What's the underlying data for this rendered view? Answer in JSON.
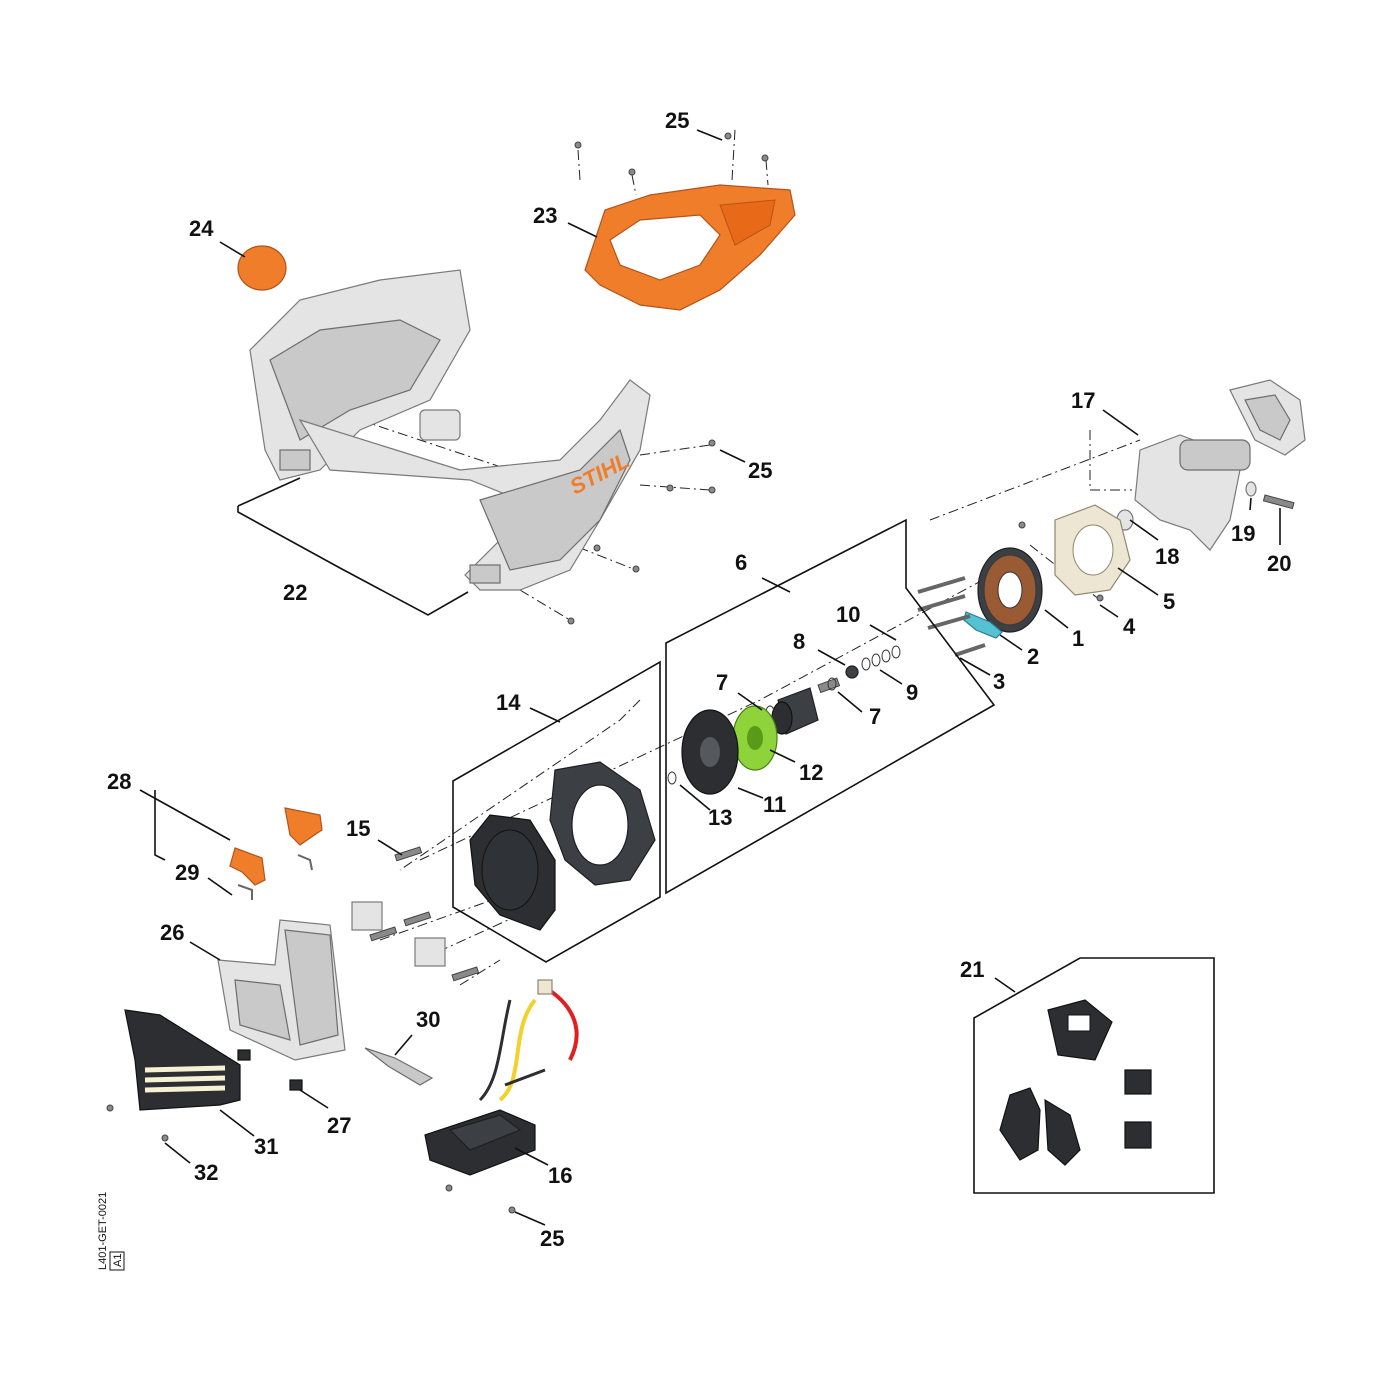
{
  "callouts": {
    "c1": "1",
    "c2": "2",
    "c3": "3",
    "c4": "4",
    "c5": "5",
    "c6": "6",
    "c7a": "7",
    "c7b": "7",
    "c8": "8",
    "c9": "9",
    "c10": "10",
    "c11": "11",
    "c12": "12",
    "c13": "13",
    "c14": "14",
    "c15": "15",
    "c16": "16",
    "c17": "17",
    "c18": "18",
    "c19": "19",
    "c20": "20",
    "c21": "21",
    "c22": "22",
    "c23": "23",
    "c24": "24",
    "c25a": "25",
    "c25b": "25",
    "c25c": "25",
    "c26": "26",
    "c27": "27",
    "c28": "28",
    "c29": "29",
    "c30": "30",
    "c31": "31",
    "c32": "32"
  },
  "brand_logo": "STIHL",
  "drawing_ref": "L401-GET-0021",
  "drawing_rev": "A1",
  "colors": {
    "housing_orange": "#f07d2a",
    "housing_grey": "#e4e4e4",
    "fan_green": "#8ed33a",
    "sensor_cyan": "#55c2d4",
    "wire_red": "#e02020",
    "wire_yellow": "#f2d12a"
  }
}
